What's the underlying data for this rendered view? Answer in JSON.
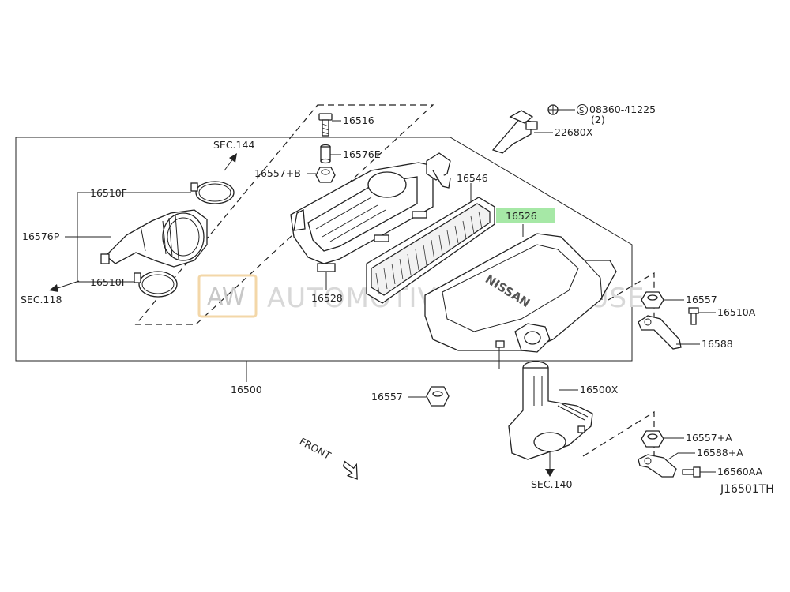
{
  "diagram_id": "J16501TH",
  "front_label": "FRONT",
  "brand_on_part": "NISSAN",
  "highlight_color": "#a6e8a6",
  "watermark": {
    "logo": "AW",
    "text": "AUTOMOTIVE WAREHOUSE"
  },
  "sections": {
    "sec144": "SEC.144",
    "sec118": "SEC.118",
    "sec140": "SEC.140"
  },
  "parts": {
    "p16516": "16516",
    "p16576E": "16576E",
    "p16557B": "16557+B",
    "p16546": "16546",
    "p16526": "16526",
    "p16510F_top": "16510F",
    "p16576P": "16576P",
    "p16510F_bottom": "16510F",
    "p16528": "16528",
    "p08360": "08360-41225",
    "p08360_qty": "(2)",
    "p08360_symbol": "S",
    "p22680X": "22680X",
    "p16557": "16557",
    "p16510A": "16510A",
    "p16588": "16588",
    "p16500": "16500",
    "p16557_lower": "16557",
    "p16500X": "16500X",
    "p16557A": "16557+A",
    "p16588A": "16588+A",
    "p16560AA": "16560AA"
  }
}
